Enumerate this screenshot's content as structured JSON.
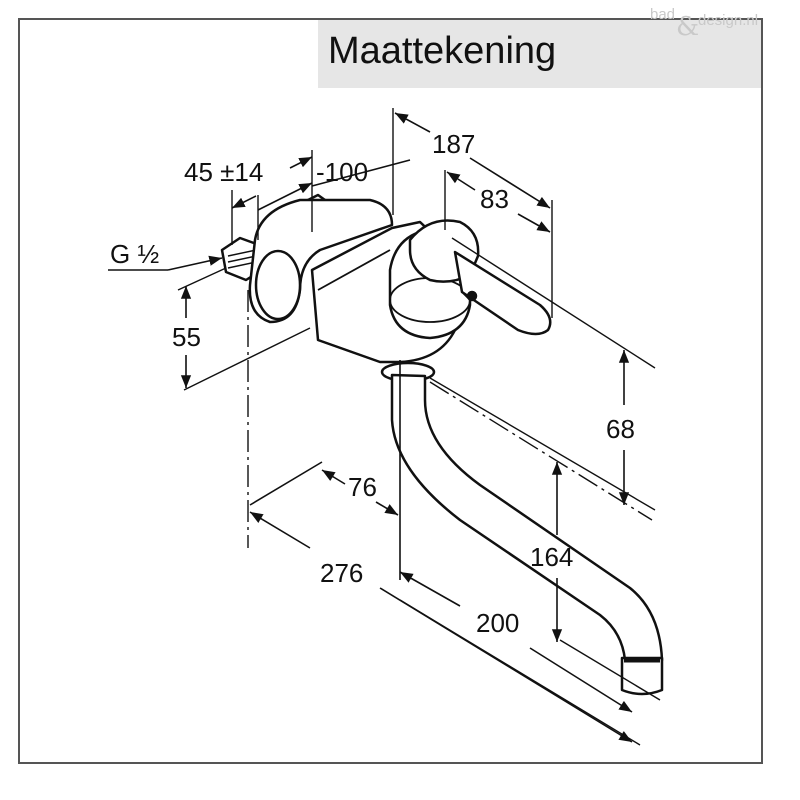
{
  "title": "Maattekening",
  "watermark": {
    "bad": "bad",
    "amp": "&",
    "design": "design.nl"
  },
  "dimensions": {
    "d45": "45 ±14",
    "d100": "-100",
    "d187": "187",
    "d83": "83",
    "thread": "G ½",
    "d55": "55",
    "d68": "68",
    "d76": "76",
    "d164": "164",
    "d276": "276",
    "d200": "200"
  },
  "colors": {
    "line": "#111111",
    "frame": "#555555",
    "title_band": "#e6e6e6",
    "watermark": "#c9c9c9"
  }
}
